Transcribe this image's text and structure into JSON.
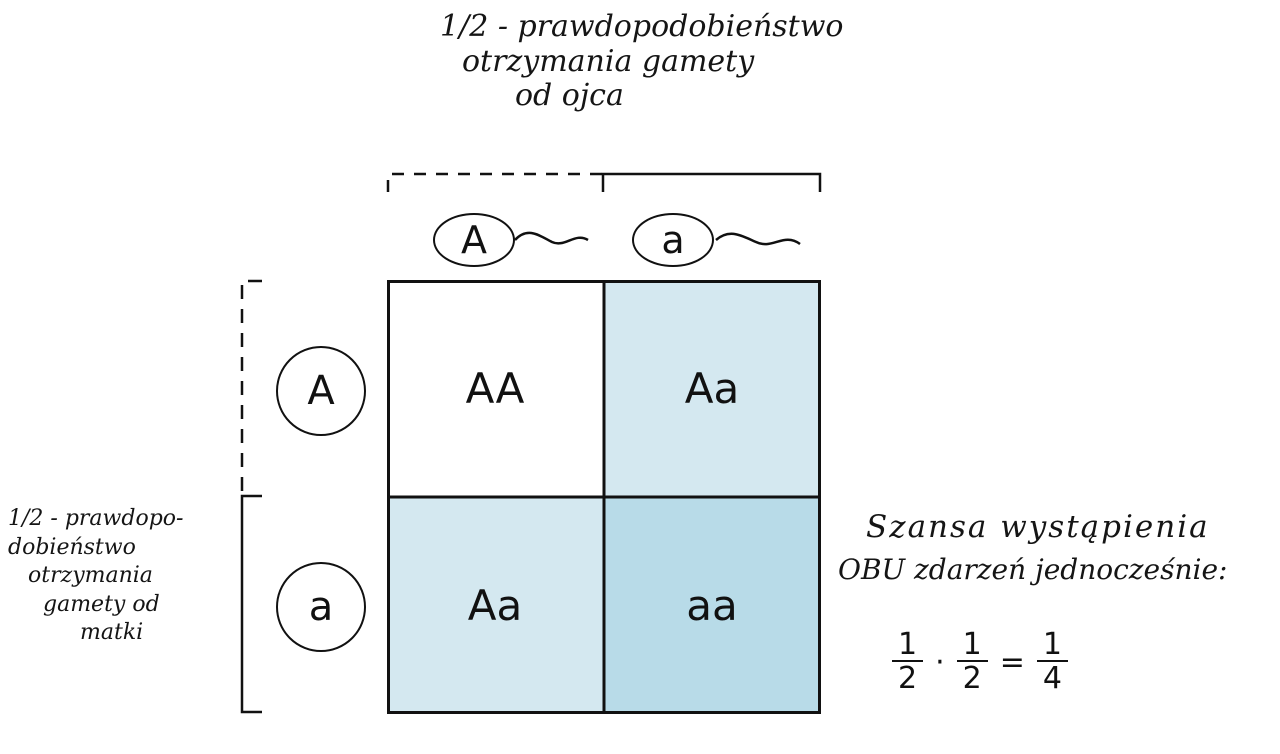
{
  "notes": {
    "top": [
      "1/2 - prawdopodobieństwo",
      "otrzymania gamety",
      "od ojca"
    ],
    "left": [
      "1/2 - prawdopo-",
      "dobieństwo",
      "otrzymania",
      "gamety od",
      "matki"
    ],
    "right": [
      "Szansa wystąpienia",
      "OBU zdarzeń jednocześnie:"
    ]
  },
  "father_gametes": [
    "A",
    "a"
  ],
  "mother_gametes": [
    "A",
    "a"
  ],
  "cells": [
    {
      "genotype": "AA",
      "color": "#ffffff"
    },
    {
      "genotype": "Aa",
      "color": "#d4e8f0"
    },
    {
      "genotype": "Aa",
      "color": "#d4e8f0"
    },
    {
      "genotype": "aa",
      "color": "#b8dbe8"
    }
  ],
  "formula": {
    "f1_num": "1",
    "f1_den": "2",
    "op1": "·",
    "f2_num": "1",
    "f2_den": "2",
    "op2": "=",
    "f3_num": "1",
    "f3_den": "4"
  }
}
